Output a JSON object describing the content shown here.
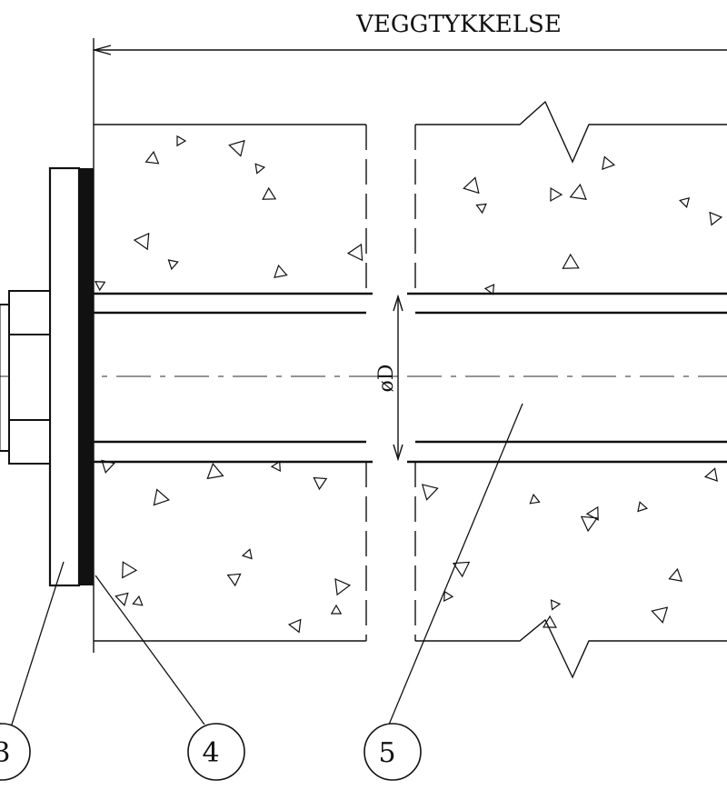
{
  "title": "VEGGTYKKELSE",
  "diameter_label": "øD",
  "callouts": [
    {
      "id": "callout-3",
      "number": "3"
    },
    {
      "id": "callout-4",
      "number": "4"
    },
    {
      "id": "callout-5",
      "number": "5"
    }
  ],
  "colors": {
    "line": "#111111",
    "background": "#ffffff",
    "dash": "#555555"
  }
}
